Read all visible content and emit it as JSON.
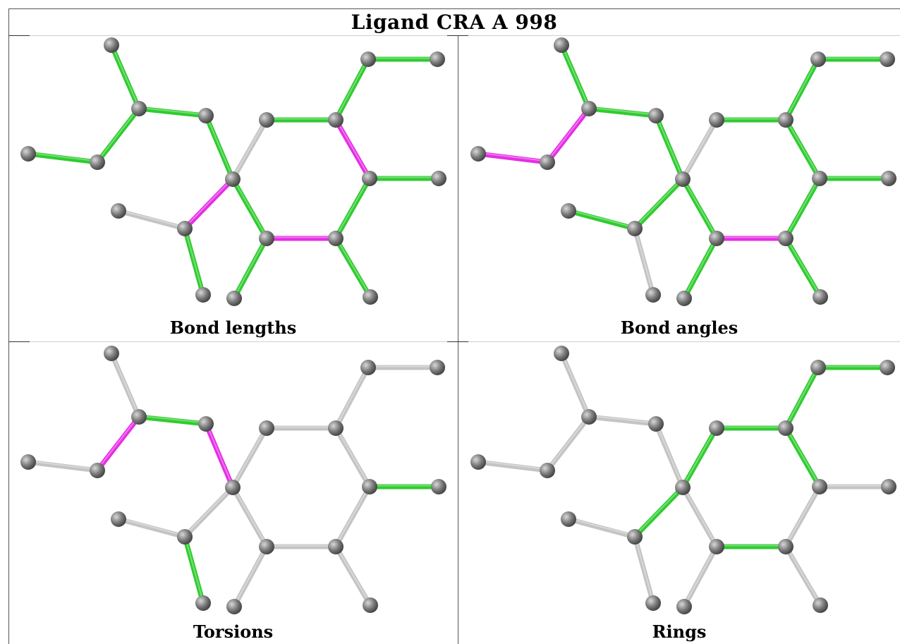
{
  "title": "Ligand CRA A 998",
  "colors": {
    "ok": "#2fcc2f",
    "outlier": "#e52ee5",
    "neutral": "#c4c4c4",
    "atom": "#7a7a7a"
  },
  "panels": [
    {
      "caption": "Bond lengths",
      "bonds": [
        "ok",
        "ok",
        "ok",
        "ok",
        "ok",
        "neutral",
        "ok",
        "outlier",
        "ok",
        "ok",
        "ok",
        "ok",
        "outlier",
        "ok",
        "ok",
        "ok",
        "outlier",
        "neutral",
        "ok",
        "ok",
        "ok"
      ]
    },
    {
      "caption": "Bond angles",
      "bonds": [
        "ok",
        "outlier",
        "outlier",
        "ok",
        "ok",
        "neutral",
        "ok",
        "ok",
        "ok",
        "ok",
        "ok",
        "ok",
        "outlier",
        "ok",
        "ok",
        "ok",
        "ok",
        "ok",
        "neutral",
        "ok",
        "ok"
      ]
    },
    {
      "caption": "Torsions",
      "bonds": [
        "neutral",
        "outlier",
        "neutral",
        "ok",
        "outlier",
        "neutral",
        "neutral",
        "neutral",
        "neutral",
        "neutral",
        "ok",
        "neutral",
        "neutral",
        "neutral",
        "neutral",
        "neutral",
        "neutral",
        "neutral",
        "ok",
        "neutral",
        "neutral"
      ]
    },
    {
      "caption": "Rings",
      "bonds": [
        "neutral",
        "neutral",
        "neutral",
        "neutral",
        "neutral",
        "ok",
        "ok",
        "ok",
        "ok",
        "ok",
        "neutral",
        "neutral",
        "ok",
        "neutral",
        "neutral",
        "neutral",
        "ok",
        "neutral",
        "neutral",
        "neutral",
        "neutral"
      ]
    }
  ]
}
